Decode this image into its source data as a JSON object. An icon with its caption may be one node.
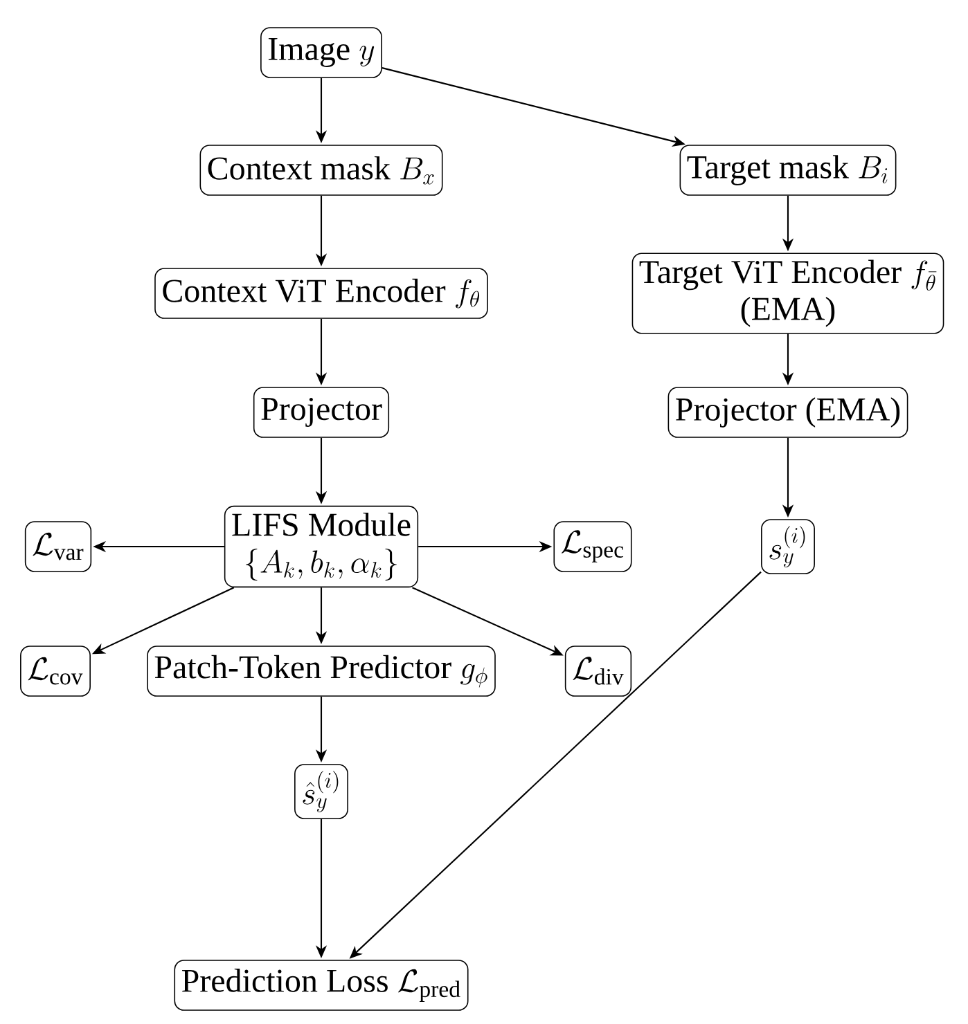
{
  "diagram": {
    "nodes": [
      {
        "text": [
          "\\text{Image } y"
        ]
      },
      {
        "text": [
          "\\text{Context mask } B_x"
        ]
      },
      {
        "text": [
          "\\text{Target mask } B_i"
        ]
      },
      {
        "text": [
          "\\text{Context ViT Encoder } f_\\theta"
        ]
      },
      {
        "text": [
          "\\text{Target ViT Encoder } f_{\\bar{\\theta}}",
          "(EMA)"
        ]
      },
      {
        "text": [
          "Projector"
        ]
      },
      {
        "text": [
          "Projector (EMA)"
        ]
      },
      {
        "text": [
          "LIFS Module",
          "\\{A_k, b_k, \\alpha_k\\}"
        ]
      },
      {
        "text": [
          "s_y^{(i)}"
        ]
      },
      {
        "text": [
          "\\mathcal{L}_{\\text{var}}"
        ]
      },
      {
        "text": [
          "\\mathcal{L}_{\\text{spec}}"
        ]
      },
      {
        "text": [
          "\\mathcal{L}_{\\text{cov}}"
        ]
      },
      {
        "text": [
          "\\text{Patch-Token Predictor } g_\\phi"
        ]
      },
      {
        "text": [
          "\\mathcal{L}_{\\text{div}}"
        ]
      },
      {
        "text": [
          "\\hat{s}_y^{(i)}"
        ]
      },
      {
        "text": [
          "\\text{Prediction Loss } \\mathcal{L}_{\\text{pred}}"
        ]
      }
    ],
    "edges": [
      {
        "from": 0,
        "to": 1,
        "arrow": "to"
      },
      {
        "from": 0,
        "to": 2,
        "arrow": "to"
      },
      {
        "from": 1,
        "to": 3,
        "arrow": "to"
      },
      {
        "from": 2,
        "to": 4,
        "arrow": "to"
      },
      {
        "from": 3,
        "to": 5,
        "arrow": "to"
      },
      {
        "from": 4,
        "to": 6,
        "arrow": "to"
      },
      {
        "from": 5,
        "to": 7,
        "arrow": "to"
      },
      {
        "from": 6,
        "to": 8,
        "arrow": "to"
      },
      {
        "from": 7,
        "to": 9,
        "arrow": "to"
      },
      {
        "from": 7,
        "to": 10,
        "arrow": "to"
      },
      {
        "from": 7,
        "to": 11,
        "arrow": "to"
      },
      {
        "from": 7,
        "to": 12,
        "arrow": "to"
      },
      {
        "from": 7,
        "to": 13,
        "arrow": "to"
      },
      {
        "from": 12,
        "to": 14,
        "arrow": "to"
      },
      {
        "from": 14,
        "to": 15,
        "arrow": "to"
      },
      {
        "from": 8,
        "to": 15,
        "arrow": "to"
      }
    ]
  }
}
